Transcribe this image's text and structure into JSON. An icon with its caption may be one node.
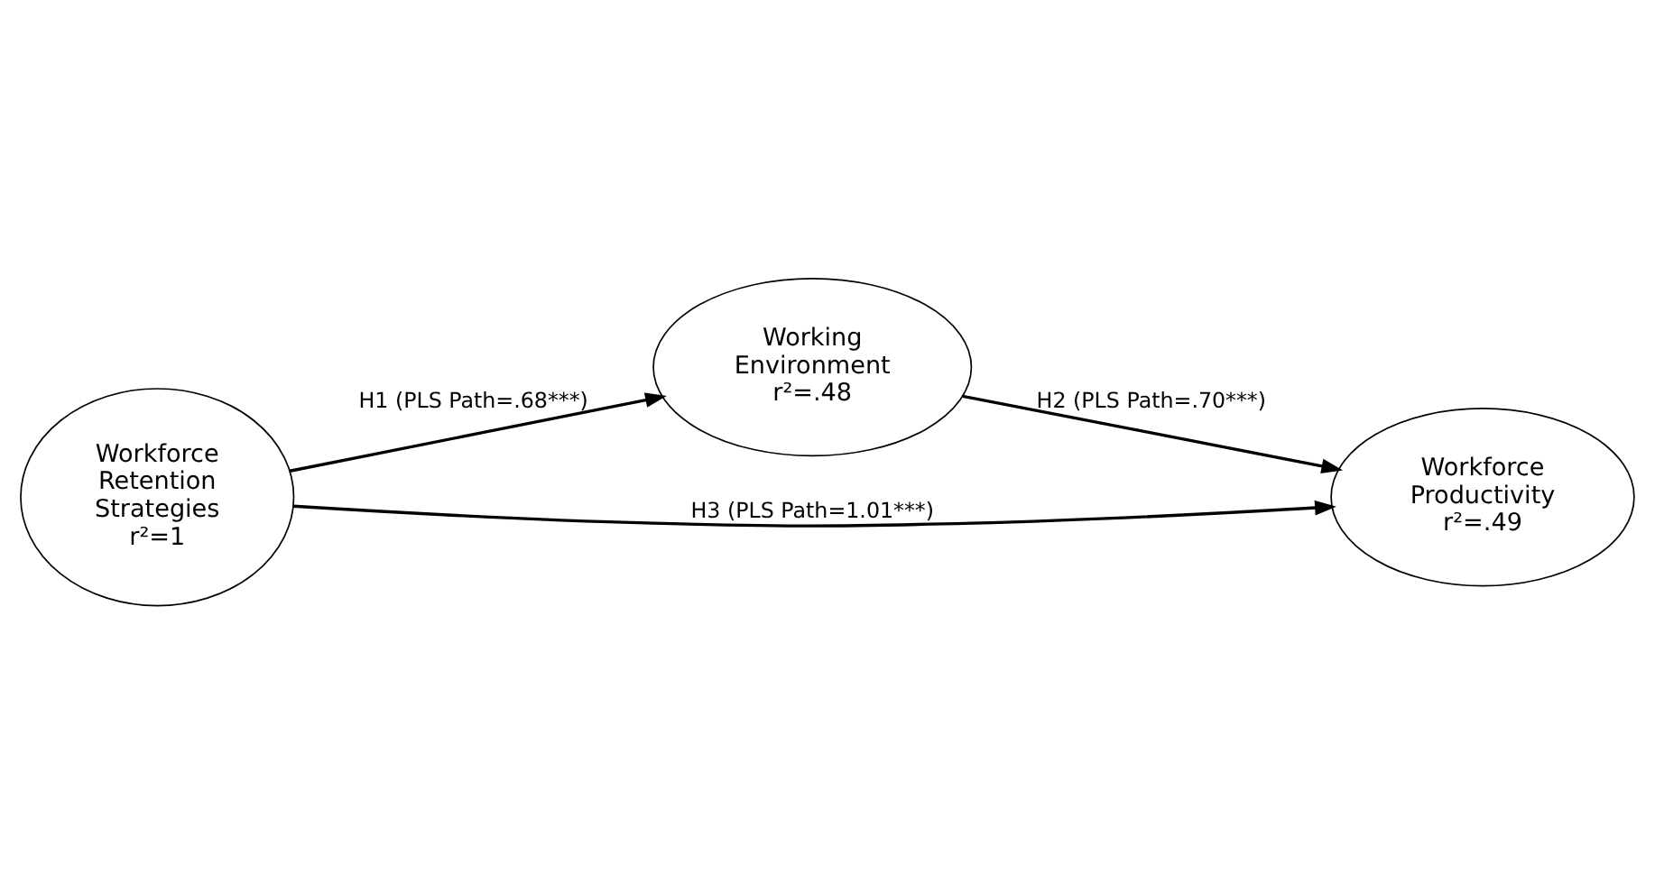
{
  "diagram": {
    "nodes": [
      {
        "text": [
          "Working Environment",
          "r²=.48"
        ]
      },
      {
        "text": [
          "Workforce Productivity",
          "r²=.49"
        ]
      },
      {
        "text": [
          "Workforce Retention Strategies",
          "r²=1"
        ]
      }
    ],
    "edges": [
      {
        "from": 2,
        "to": 0,
        "arrow": "to",
        "label": "H1 (PLS Path=.68***)"
      },
      {
        "from": 0,
        "to": 1,
        "arrow": "to",
        "label": "H2 (PLS Path=.70***)"
      },
      {
        "from": 2,
        "to": 1,
        "arrow": "to",
        "label": "H3 (PLS Path=1.01***)"
      }
    ]
  }
}
